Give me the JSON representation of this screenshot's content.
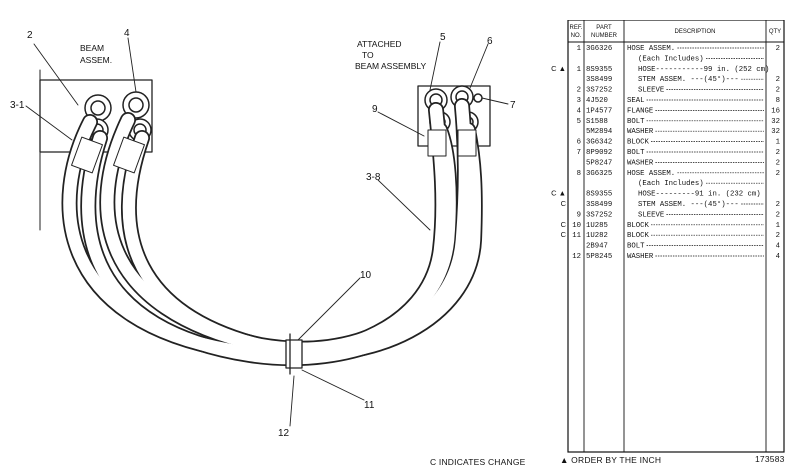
{
  "diagram": {
    "labels": {
      "beam_assem": [
        "BEAM",
        "ASSEM."
      ],
      "attached_to": [
        "ATTACHED",
        "TO",
        "BEAM ASSEMBLY"
      ]
    },
    "callouts": [
      "2",
      "4",
      "3-1",
      "5",
      "6",
      "9",
      "7",
      "3-8",
      "10",
      "11",
      "12"
    ]
  },
  "parts_table": {
    "headers": {
      "ref_no": [
        "REF.",
        "NO."
      ],
      "part_number": [
        "PART",
        "NUMBER"
      ],
      "description": "DESCRIPTION",
      "qty": "QTY"
    },
    "rows": [
      {
        "mark": "",
        "ref": "1",
        "part": "3G6326",
        "desc": "HOSE ASSEM.",
        "qty": "2"
      },
      {
        "mark": "",
        "ref": "",
        "part": "",
        "desc": "(Each Includes)",
        "qty": ""
      },
      {
        "mark": "C ▲",
        "ref": "1",
        "part": "8S9355",
        "desc": "HOSE-----------99 in. (252 cm)",
        "qty": ""
      },
      {
        "mark": "",
        "ref": "",
        "part": "3S8499",
        "desc": "STEM ASSEM. ---(45°)---",
        "qty": "2"
      },
      {
        "mark": "",
        "ref": "2",
        "part": "3S7252",
        "desc": "SLEEVE",
        "qty": "2"
      },
      {
        "mark": "",
        "ref": "3",
        "part": "4J520",
        "desc": "SEAL",
        "qty": "8"
      },
      {
        "mark": "",
        "ref": "4",
        "part": "1P4577",
        "desc": "FLANGE",
        "qty": "16"
      },
      {
        "mark": "",
        "ref": "5",
        "part": "S1588",
        "desc": "BOLT",
        "qty": "32"
      },
      {
        "mark": "",
        "ref": "",
        "part": "5M2894",
        "desc": "WASHER",
        "qty": "32"
      },
      {
        "mark": "",
        "ref": "6",
        "part": "3G6342",
        "desc": "BLOCK",
        "qty": "1"
      },
      {
        "mark": "",
        "ref": "7",
        "part": "8P9092",
        "desc": "BOLT",
        "qty": "2"
      },
      {
        "mark": "",
        "ref": "",
        "part": "5P8247",
        "desc": "WASHER",
        "qty": "2"
      },
      {
        "mark": "",
        "ref": "8",
        "part": "3G6325",
        "desc": "HOSE ASSEM.",
        "qty": "2"
      },
      {
        "mark": "",
        "ref": "",
        "part": "",
        "desc": "(Each Includes)",
        "qty": ""
      },
      {
        "mark": "C ▲",
        "ref": "",
        "part": "8S9355",
        "desc": "HOSE---------91 in. (232 cm)",
        "qty": ""
      },
      {
        "mark": "C",
        "ref": "",
        "part": "3S8499",
        "desc": "STEM ASSEM. ---(45°)---",
        "qty": "2"
      },
      {
        "mark": "",
        "ref": "9",
        "part": "3S7252",
        "desc": "SLEEVE",
        "qty": "2"
      },
      {
        "mark": "C",
        "ref": "10",
        "part": "1U285",
        "desc": "BLOCK",
        "qty": "1"
      },
      {
        "mark": "C",
        "ref": "11",
        "part": "1U282",
        "desc": "BLOCK",
        "qty": "2"
      },
      {
        "mark": "",
        "ref": "",
        "part": "2B947",
        "desc": "BOLT",
        "qty": "4"
      },
      {
        "mark": "",
        "ref": "12",
        "part": "5P8245",
        "desc": "WASHER",
        "qty": "4"
      }
    ]
  },
  "footer": {
    "change_note": "C INDICATES CHANGE",
    "order_note": "▲ ORDER BY THE INCH",
    "drawing_number": "173583"
  }
}
